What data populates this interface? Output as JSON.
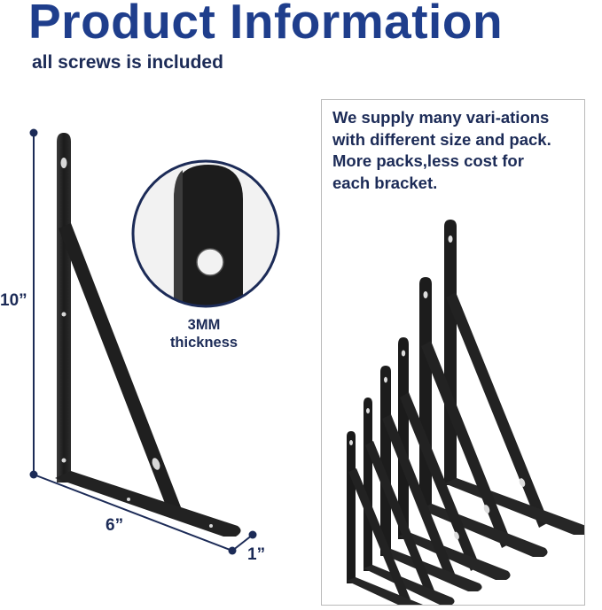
{
  "header": {
    "title": "Product Information",
    "subtitle": "all screws is included"
  },
  "dimensions": {
    "height": "10”",
    "width": "6”",
    "depth": "1”"
  },
  "thickness_callout": {
    "line1": "3MM",
    "line2": "thickness"
  },
  "variations_panel": {
    "lines": [
      "We supply many vari-ations",
      "with different size and pack.",
      "More packs,less cost for",
      "each bracket."
    ]
  },
  "colors": {
    "title": "#1f3e8c",
    "text": "#1c2b57",
    "bracket": "#1e1e1e",
    "dimension_line": "#1c2b57"
  }
}
